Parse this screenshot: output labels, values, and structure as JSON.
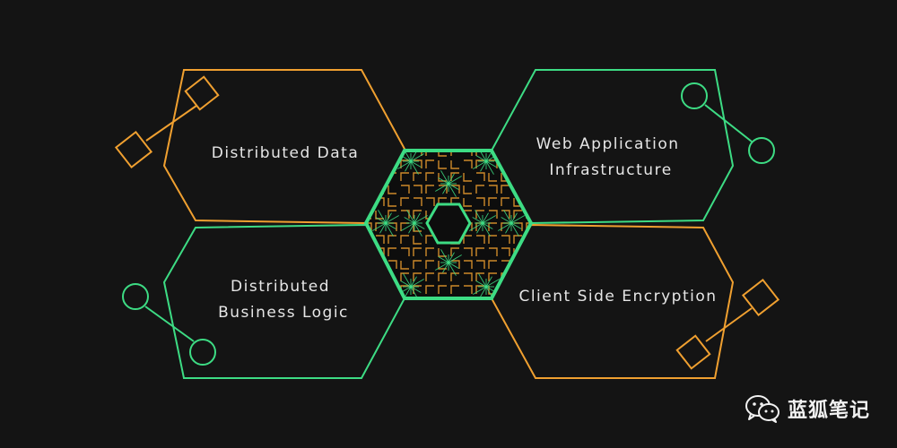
{
  "diagram": {
    "hexagons": [
      {
        "id": "distributed-data",
        "lines": [
          "Distributed Data"
        ],
        "color": "#f0a030",
        "connector": "square"
      },
      {
        "id": "web-application-infrastructure",
        "lines": [
          "Web Application",
          "Infrastructure"
        ],
        "color": "#3ddc84",
        "connector": "circle"
      },
      {
        "id": "distributed-business-logic",
        "lines": [
          "Distributed",
          "Business Logic"
        ],
        "color": "#3ddc84",
        "connector": "circle"
      },
      {
        "id": "client-side-encryption",
        "lines": [
          "Client Side Encryption"
        ],
        "color": "#f0a030",
        "connector": "square"
      }
    ],
    "core": {
      "border_color": "#3ddc84",
      "pattern_color": "#f0a030",
      "accent_color": "#3ddc84"
    }
  },
  "watermark": {
    "text": "蓝狐笔记",
    "icon": "wechat-icon"
  },
  "colors": {
    "background": "#141414",
    "orange": "#f0a030",
    "green": "#3ddc84",
    "text": "#e6e6e6"
  }
}
